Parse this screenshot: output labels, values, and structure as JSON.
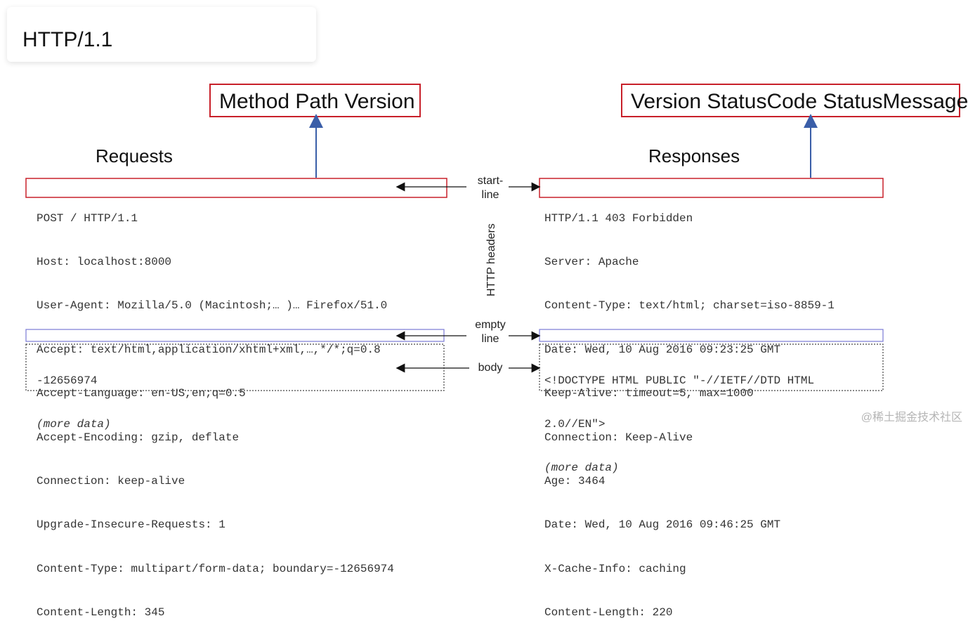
{
  "header": {
    "title": "HTTP/1.1"
  },
  "labels": {
    "request_start_line_format": "Method Path Version",
    "response_start_line_format": "Version StatusCode StatusMessage"
  },
  "requests": {
    "heading": "Requests",
    "start_line": "POST / HTTP/1.1",
    "headers": [
      "Host: localhost:8000",
      "User-Agent: Mozilla/5.0 (Macintosh;… )… Firefox/51.0",
      "Accept: text/html,application/xhtml+xml,…,*/*;q=0.8",
      "Accept-Language: en-US,en;q=0.5",
      "Accept-Encoding: gzip, deflate",
      "Connection: keep-alive",
      "Upgrade-Insecure-Requests: 1",
      "Content-Type: multipart/form-data; boundary=-12656974",
      "Content-Length: 345"
    ],
    "body": [
      "-12656974",
      "(more data)"
    ]
  },
  "responses": {
    "heading": "Responses",
    "start_line": "HTTP/1.1 403 Forbidden",
    "headers": [
      "Server: Apache",
      "Content-Type: text/html; charset=iso-8859-1",
      "Date: Wed, 10 Aug 2016 09:23:25 GMT",
      "Keep-Alive: timeout=5, max=1000",
      "Connection: Keep-Alive",
      "Age: 3464",
      "Date: Wed, 10 Aug 2016 09:46:25 GMT",
      "X-Cache-Info: caching",
      "Content-Length: 220"
    ],
    "body": [
      "<!DOCTYPE HTML PUBLIC \"-//IETF//DTD HTML",
      "2.0//EN\">",
      "(more data)"
    ]
  },
  "middle_labels": {
    "start_line": [
      "start-",
      "line"
    ],
    "http_headers": "HTTP headers",
    "empty_line": [
      "empty",
      "line"
    ],
    "body": "body"
  },
  "watermark": "@稀土掘金技术社区",
  "colors": {
    "highlight_box": "#c8202a",
    "arrow_up": "#3a5ea8",
    "empty_line_box": "#7a7ad6",
    "body_box": "#444444"
  }
}
